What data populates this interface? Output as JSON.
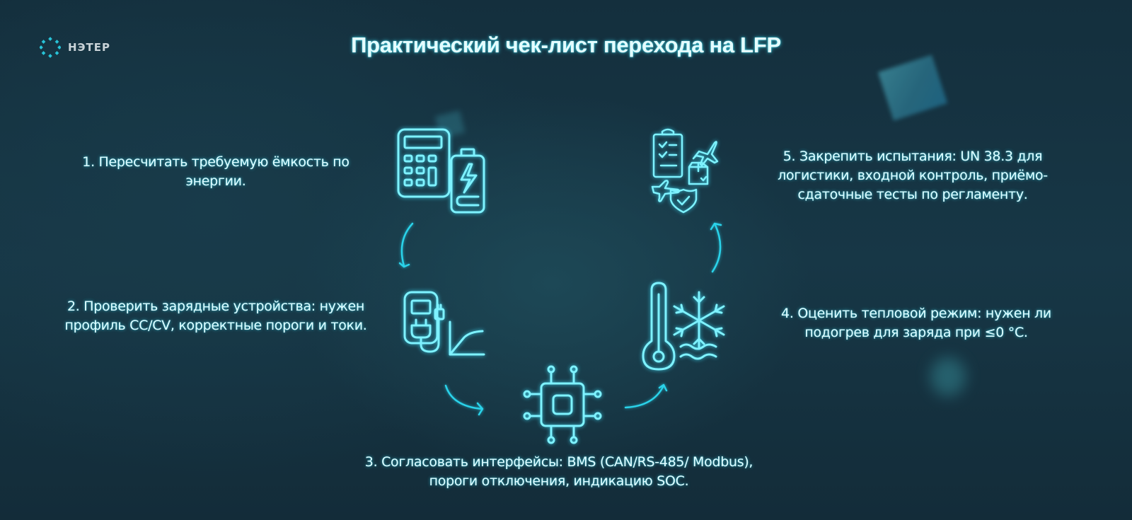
{
  "brand": {
    "name": "НЭТЕР",
    "icon": "dotted-ring-logo-icon"
  },
  "title": "Практический чек-лист перехода на LFP",
  "colors": {
    "background": "#163543",
    "accent": "#7ef2ff",
    "arrow": "#2ad3ea",
    "text": "#dffbff"
  },
  "steps": [
    {
      "number": 1,
      "text": "1. Пересчитать требуемую ёмкость по энергии.",
      "icon": "calculator-battery-icon"
    },
    {
      "number": 2,
      "text": "2. Проверить зарядные устройства: нужен профиль CC/CV, корректные пороги и токи.",
      "icon": "charger-plug-curve-icon"
    },
    {
      "number": 3,
      "text": "3. Согласовать интерфейсы: BMS (CAN/RS-485/ Modbus), пороги отключения, индикацию SOC.",
      "icon": "chip-icon"
    },
    {
      "number": 4,
      "text": "4. Оценить тепловой режим: нужен ли подогрев для заряда при ≤0 °C.",
      "icon": "thermometer-snowflake-icon"
    },
    {
      "number": 5,
      "text": "5. Закрепить испытания: UN 38.3 для логистики, входной контроль, приёмо-сдаточные тесты по регламенту.",
      "icon": "clipboard-plane-box-shield-icon"
    }
  ]
}
